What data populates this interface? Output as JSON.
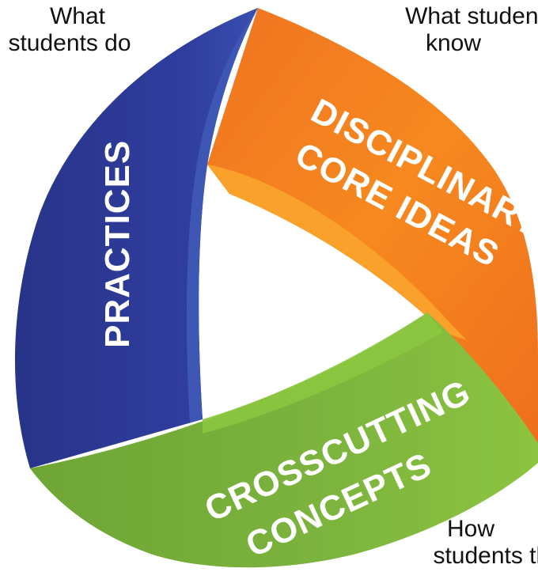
{
  "captions": {
    "practices": {
      "line1": "What",
      "line2": "students do"
    },
    "core_ideas": {
      "line1": "What students",
      "line2": "know"
    },
    "crosscutting": {
      "line1": "How",
      "line2": "students think"
    }
  },
  "segments": {
    "practices": {
      "label": "PRACTICES",
      "color": "#2e3a9a",
      "shade": "#3e56b4"
    },
    "core_ideas": {
      "line1": "DISCIPLINARY",
      "line2": "CORE IDEAS",
      "color": "#f47b20",
      "shade": "#f9a12a"
    },
    "crosscutting": {
      "line1": "CROSSCUTTING",
      "line2": "CONCEPTS",
      "color": "#7ab33d",
      "shade": "#8cc63f"
    }
  }
}
